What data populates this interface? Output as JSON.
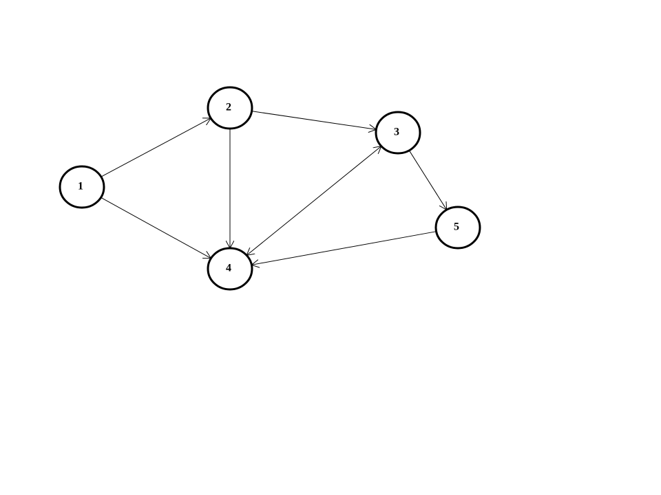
{
  "nodes": [
    {
      "id": "1",
      "label": "1"
    },
    {
      "id": "2",
      "label": "2"
    },
    {
      "id": "3",
      "label": "3"
    },
    {
      "id": "4",
      "label": "4"
    },
    {
      "id": "5",
      "label": "5"
    }
  ],
  "edges": [
    {
      "from": "1",
      "to": "2",
      "bidirectional": false
    },
    {
      "from": "1",
      "to": "4",
      "bidirectional": false
    },
    {
      "from": "2",
      "to": "3",
      "bidirectional": false
    },
    {
      "from": "2",
      "to": "4",
      "bidirectional": false
    },
    {
      "from": "3",
      "to": "4",
      "bidirectional": true
    },
    {
      "from": "3",
      "to": "5",
      "bidirectional": false
    },
    {
      "from": "5",
      "to": "4",
      "bidirectional": false
    }
  ]
}
